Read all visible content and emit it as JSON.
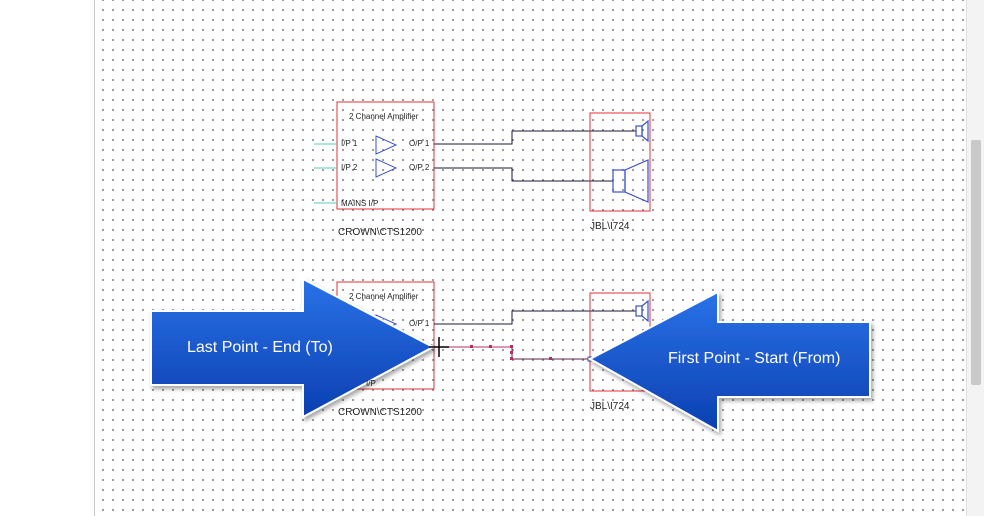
{
  "schematic": {
    "amp_top": {
      "title": "2 Channel Amplifier",
      "inputs": [
        "I/P 1",
        "I/P 2"
      ],
      "outputs": [
        "O/P 1",
        "O/P 2"
      ],
      "mains": "MAINS I/P",
      "model": "CROWN\\CTS1200"
    },
    "speaker_top": {
      "model": "JBL\\I724"
    },
    "amp_bottom": {
      "title": "2 Channel Amplifier",
      "output": "O/P 1",
      "mains_partial": "I/P",
      "model": "CROWN\\CTS1200"
    },
    "speaker_bottom": {
      "model": "JBL\\I724"
    }
  },
  "callouts": {
    "last_point": "Last Point - End (To)",
    "first_point": "First Point - Start (From)"
  },
  "colors": {
    "component_outline": "#e0303a",
    "wire": "#1a1a3a",
    "triangle": "#3a50c8",
    "input_wire": "#5bc8c0",
    "new_wire": "#b43060",
    "arrow_fill": "#1452c8"
  }
}
